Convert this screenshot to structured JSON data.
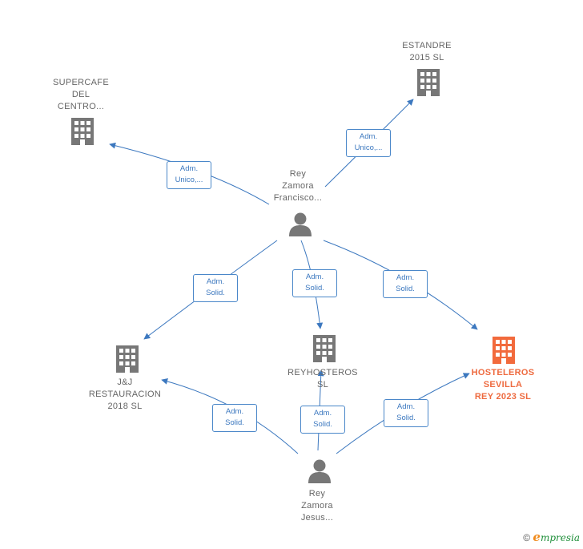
{
  "colors": {
    "edge": "#3c78bf",
    "company_icon": "#777777",
    "highlight_icon": "#f26a3c",
    "person_icon": "#777777"
  },
  "nodes": {
    "supercafe": {
      "label": "SUPERCAFE\nDEL\nCENTRO...",
      "icon": "building-icon"
    },
    "estandre": {
      "label": "ESTANDRE\n2015  SL",
      "icon": "building-icon"
    },
    "rey_francisco": {
      "label": "Rey\nZamora\nFrancisco...",
      "icon": "person-icon"
    },
    "jj_restauracion": {
      "label": "J&J\nRESTAURACION\n2018  SL",
      "icon": "building-icon"
    },
    "reyhosteros": {
      "label": "REYHOSTEROS\nSL",
      "icon": "building-icon"
    },
    "hosteleros": {
      "label": "HOSTELEROS\nSEVILLA\nREY 2023  SL",
      "icon": "building-icon"
    },
    "rey_jesus": {
      "label": "Rey\nZamora\nJesus...",
      "icon": "person-icon"
    }
  },
  "edges": [
    {
      "id": "francisco-supercafe",
      "label": "Adm.\nUnico,..."
    },
    {
      "id": "francisco-estandre",
      "label": "Adm.\nUnico,..."
    },
    {
      "id": "francisco-jj",
      "label": "Adm.\nSolid."
    },
    {
      "id": "francisco-reyhosteros",
      "label": "Adm.\nSolid."
    },
    {
      "id": "francisco-hosteleros",
      "label": "Adm.\nSolid."
    },
    {
      "id": "jesus-jj",
      "label": "Adm.\nSolid."
    },
    {
      "id": "jesus-reyhosteros",
      "label": "Adm.\nSolid."
    },
    {
      "id": "jesus-hosteleros",
      "label": "Adm.\nSolid."
    }
  ],
  "footer": {
    "copyright_symbol": "©",
    "brand_initial": "e",
    "brand_rest": "mpresia"
  }
}
